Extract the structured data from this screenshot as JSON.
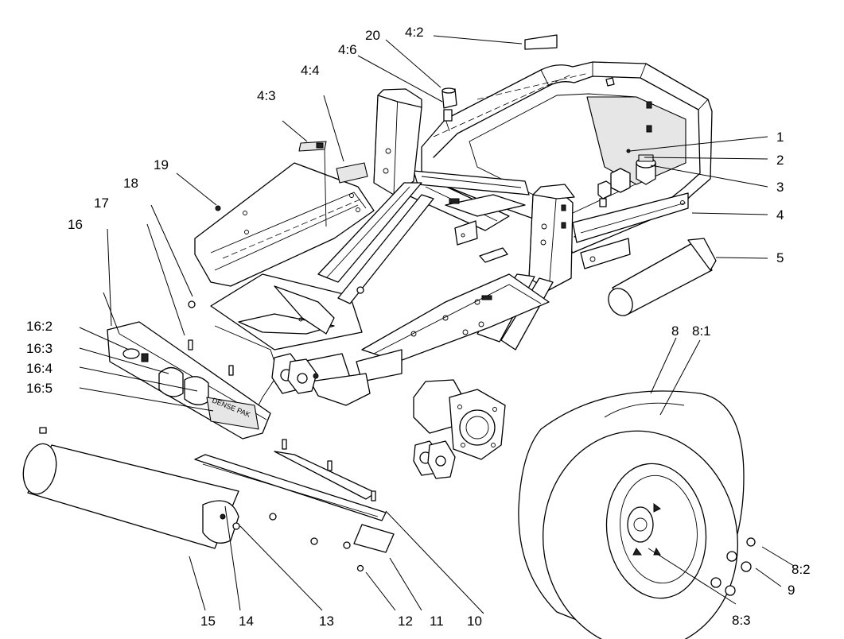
{
  "callouts": {
    "c1": "1",
    "c2": "2",
    "c3": "3",
    "c4": "4",
    "c5": "5",
    "c8": "8",
    "c8_1": "8:1",
    "c8_2": "8:2",
    "c8_3": "8:3",
    "c9": "9",
    "c10": "10",
    "c11": "11",
    "c12": "12",
    "c13": "13",
    "c14": "14",
    "c15": "15",
    "c16": "16",
    "c16_2": "16:2",
    "c16_3": "16:3",
    "c16_4": "16:4",
    "c16_5": "16:5",
    "c17": "17",
    "c18": "18",
    "c19": "19",
    "c20": "20",
    "c4_2": "4:2",
    "c4_3": "4:3",
    "c4_4": "4:4",
    "c4_6": "4:6"
  },
  "decals": {
    "dense_pak": "DENSE PAK"
  }
}
